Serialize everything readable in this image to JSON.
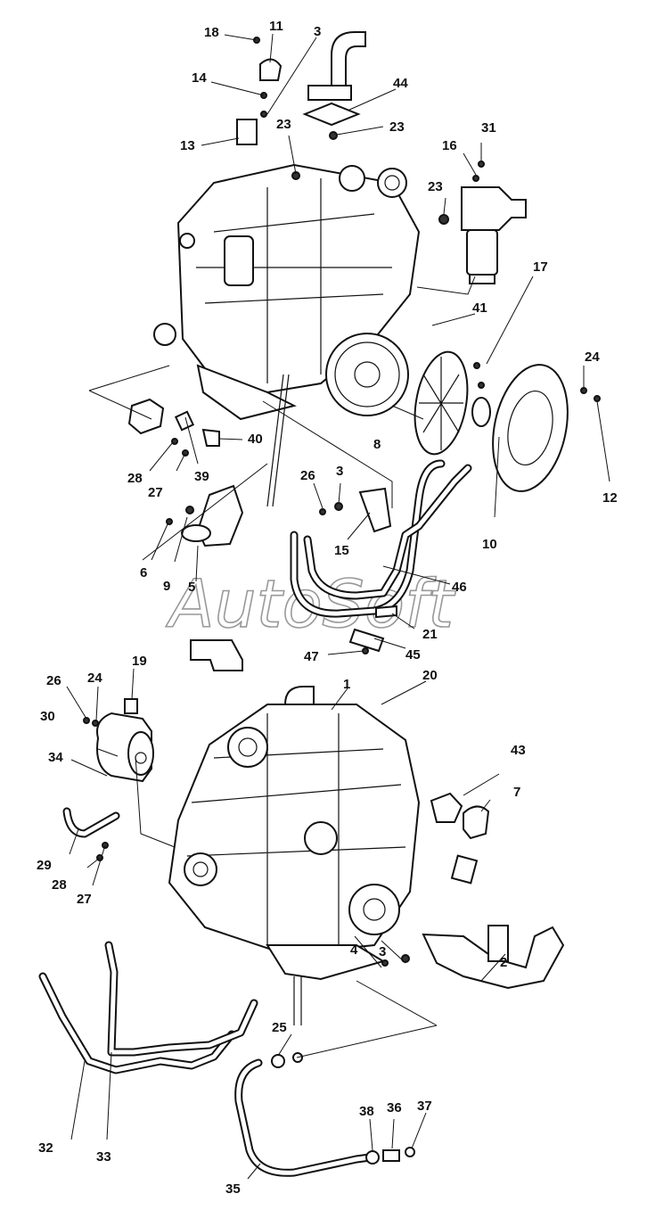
{
  "watermark": "AutoSoft",
  "callouts": {
    "l18": "18",
    "l11": "11",
    "l3a": "3",
    "l14": "14",
    "l44": "44",
    "l23a": "23",
    "l23b": "23",
    "l13": "13",
    "l31": "31",
    "l16": "16",
    "l23c": "23",
    "l17": "17",
    "l41": "41",
    "l24a": "24",
    "l40": "40",
    "l8": "8",
    "l28a": "28",
    "l39": "39",
    "l27a": "27",
    "l26a": "26",
    "l3b": "3",
    "l12": "12",
    "l15": "15",
    "l10": "10",
    "l6": "6",
    "l9": "9",
    "l5": "5",
    "l46": "46",
    "l21": "21",
    "l47": "47",
    "l45": "45",
    "l19": "19",
    "l26b": "26",
    "l24b": "24",
    "l20": "20",
    "l1": "1",
    "l30": "30",
    "l43": "43",
    "l7": "7",
    "l34": "34",
    "l29": "29",
    "l28b": "28",
    "l27b": "27",
    "l4": "4",
    "l3c": "3",
    "l2": "2",
    "l25": "25",
    "l32": "32",
    "l33": "33",
    "l38": "38",
    "l36": "36",
    "l37": "37",
    "l35": "35"
  }
}
